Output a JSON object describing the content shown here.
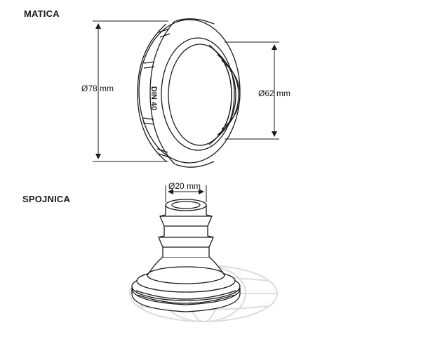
{
  "sections": {
    "nut_title": "MATICA",
    "connector_title": "SPOJNICA"
  },
  "nut": {
    "marking": "DIN 40",
    "outer_diameter": "Ø78 mm",
    "inner_diameter": "Ø62 mm"
  },
  "connector": {
    "hose_diameter": "Ø20 mm"
  },
  "colors": {
    "line": "#1a1a1a",
    "watermark": "#d8d8d8"
  }
}
